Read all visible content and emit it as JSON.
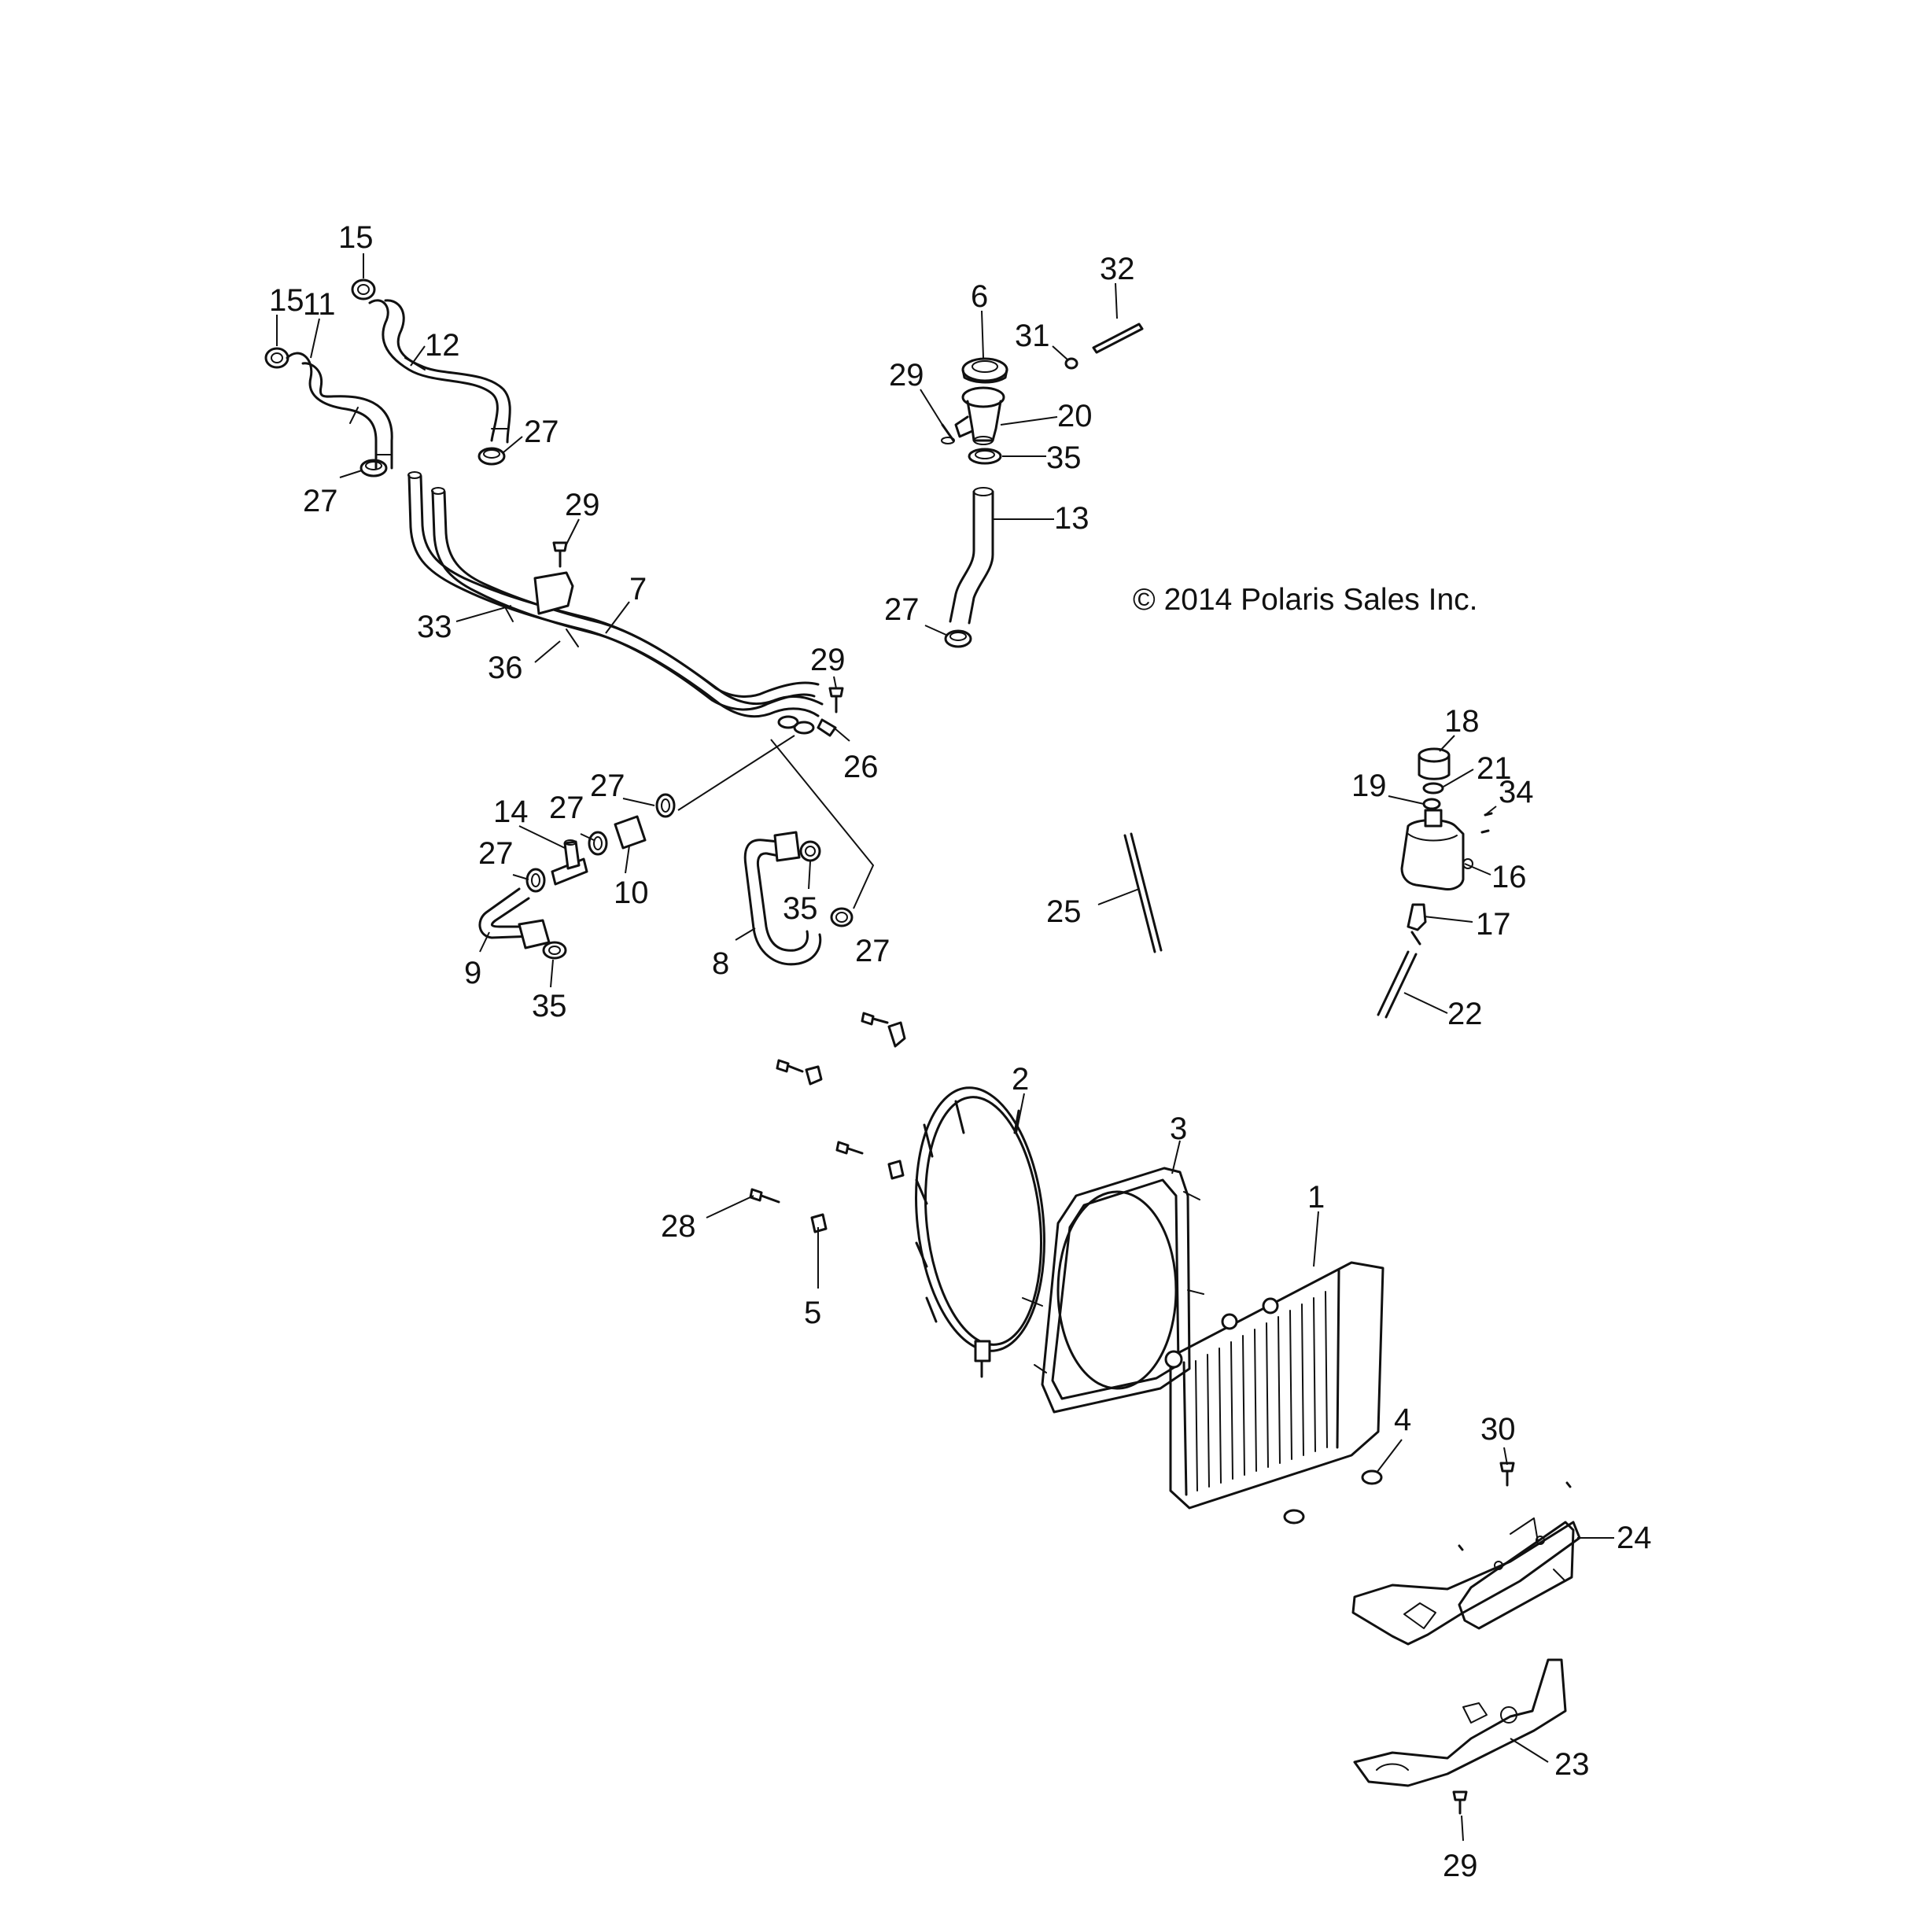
{
  "copyright": "© 2014 Polaris Sales Inc.",
  "callouts": [
    {
      "label": "15"
    },
    {
      "label": "15"
    },
    {
      "label": "11"
    },
    {
      "label": "12"
    },
    {
      "label": "27"
    },
    {
      "label": "27"
    },
    {
      "label": "29"
    },
    {
      "label": "33"
    },
    {
      "label": "7"
    },
    {
      "label": "36"
    },
    {
      "label": "6"
    },
    {
      "label": "32"
    },
    {
      "label": "31"
    },
    {
      "label": "29"
    },
    {
      "label": "20"
    },
    {
      "label": "35"
    },
    {
      "label": "13"
    },
    {
      "label": "27"
    },
    {
      "label": "29"
    },
    {
      "label": "26"
    },
    {
      "label": "27"
    },
    {
      "label": "27"
    },
    {
      "label": "14"
    },
    {
      "label": "27"
    },
    {
      "label": "10"
    },
    {
      "label": "9"
    },
    {
      "label": "35"
    },
    {
      "label": "35"
    },
    {
      "label": "8"
    },
    {
      "label": "27"
    },
    {
      "label": "18"
    },
    {
      "label": "21"
    },
    {
      "label": "19"
    },
    {
      "label": "34"
    },
    {
      "label": "16"
    },
    {
      "label": "17"
    },
    {
      "label": "22"
    },
    {
      "label": "25"
    },
    {
      "label": "2"
    },
    {
      "label": "3"
    },
    {
      "label": "1"
    },
    {
      "label": "28"
    },
    {
      "label": "5"
    },
    {
      "label": "4"
    },
    {
      "label": "30"
    },
    {
      "label": "24"
    },
    {
      "label": "23"
    },
    {
      "label": "29"
    }
  ]
}
